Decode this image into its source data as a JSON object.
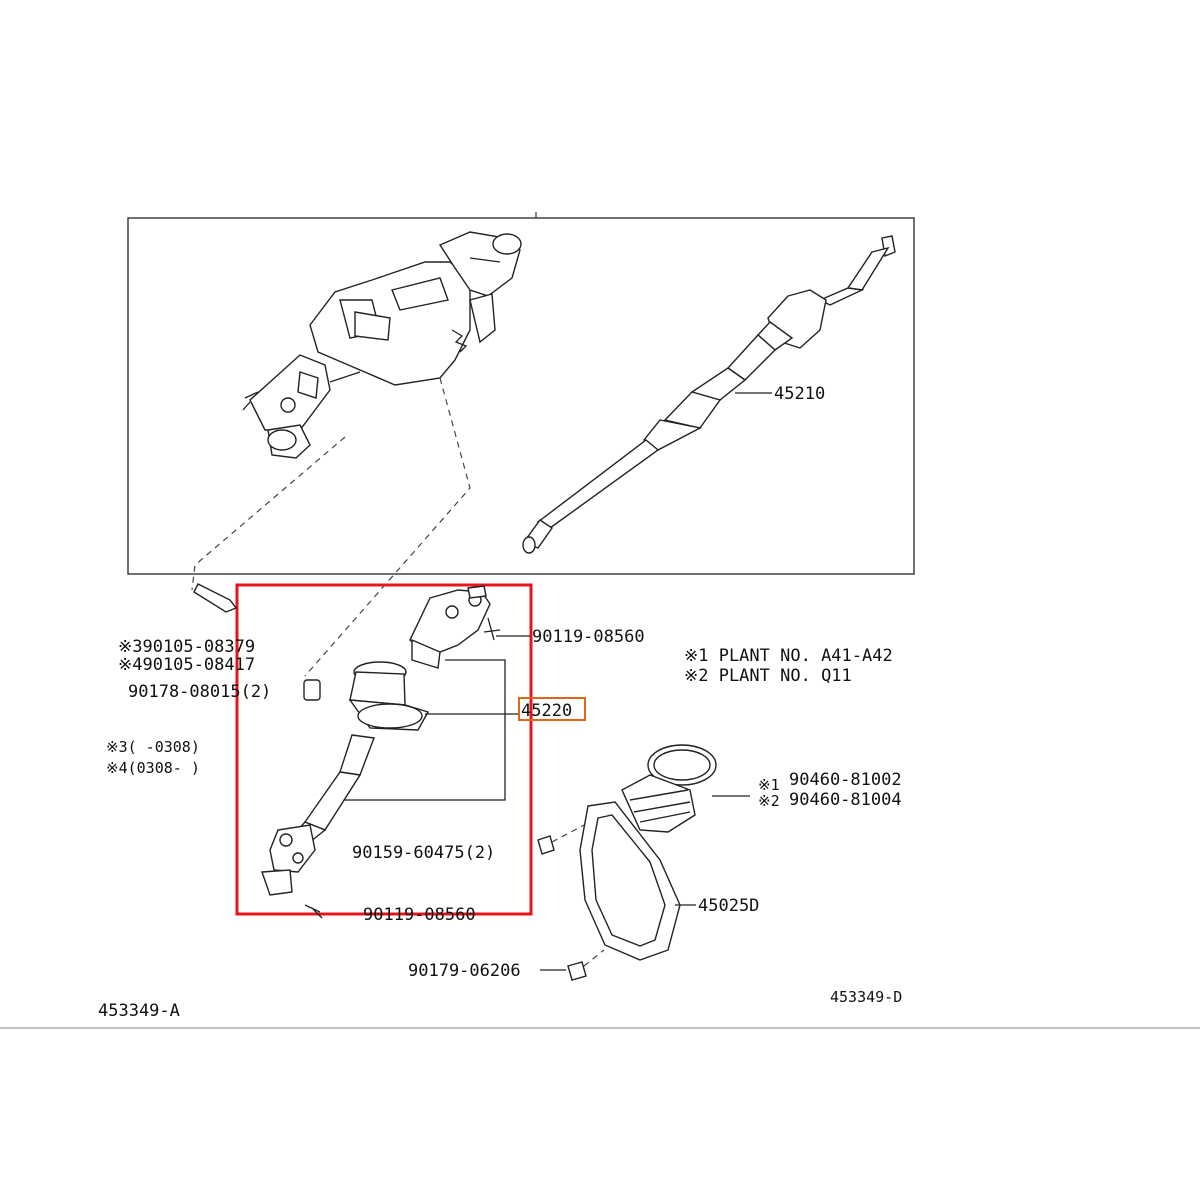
{
  "diagram": {
    "labels": {
      "p45210": "45210",
      "p90119a": "90119-08560",
      "p45220": "45220",
      "p90119b": "90119-08560",
      "p90159": "90159-60475(2)",
      "p90178": "90178-08015(2)",
      "p90105a": "※390105-08379",
      "p90105b": "※490105-08417",
      "note3": "※3(    -0308)",
      "note4": "※4(0308-     )",
      "plant1": "※1 PLANT  NO. A41-A42",
      "plant2": "※2 PLANT  NO. Q11",
      "p90460a": "90460-81002",
      "p90460b": "90460-81004",
      "mark1": "※1",
      "mark2": "※2",
      "p45025": "45025D",
      "p90179": "90179-06206",
      "figA": "453349-A",
      "figD": "453349-D"
    },
    "colors": {
      "highlight_box": "#e8141b",
      "label_box": "#e0661a",
      "line": "#222222"
    }
  }
}
